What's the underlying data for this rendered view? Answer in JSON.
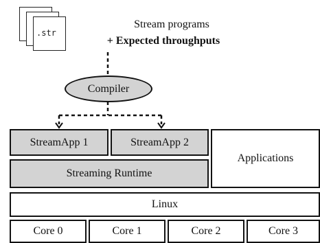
{
  "file": {
    "label": ".str"
  },
  "caption": {
    "line1": "Stream programs",
    "line2": "+ Expected throughputs"
  },
  "compiler": {
    "label": "Compiler"
  },
  "apps": {
    "streamapp1": "StreamApp 1",
    "streamapp2": "StreamApp 2",
    "runtime": "Streaming Runtime",
    "applications": "Applications"
  },
  "os": {
    "label": "Linux"
  },
  "cores": [
    "Core 0",
    "Core 1",
    "Core 2",
    "Core 3"
  ],
  "colors": {
    "gray_fill": "#d3d3d3",
    "stroke": "#111111"
  }
}
